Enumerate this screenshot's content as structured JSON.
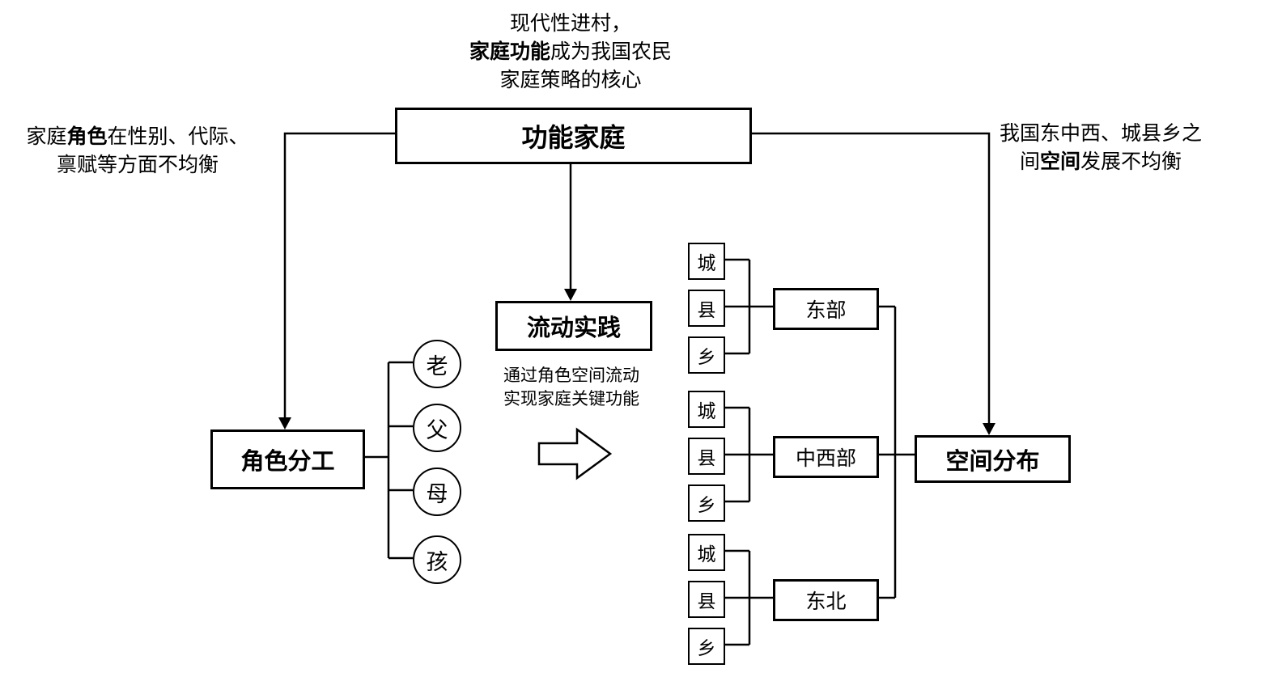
{
  "diagram": {
    "top_note": {
      "line1": "现代性进村，",
      "line2_bold": "家庭功能",
      "line2_suffix": "成为我国农民",
      "line3": "家庭策略的核心"
    },
    "left_note": {
      "line1_prefix": "家庭",
      "line1_bold": "角色",
      "line1_suffix": "在性别、代际、",
      "line2": "禀赋等方面不均衡"
    },
    "right_note": {
      "line1": "我国东中西、城县乡之",
      "line2_prefix": "间",
      "line2_bold": "空间",
      "line2_suffix": "发展不均衡"
    },
    "nodes": {
      "root": "功能家庭",
      "mobility": "流动实践",
      "mobility_caption_line1": "通过角色空间流动",
      "mobility_caption_line2": "实现家庭关键功能",
      "role_division": "角色分工",
      "spatial_distribution": "空间分布"
    },
    "roles": [
      "老",
      "父",
      "母",
      "孩"
    ],
    "region_groups": [
      {
        "label": "东部",
        "items": [
          "城",
          "县",
          "乡"
        ]
      },
      {
        "label": "中西部",
        "items": [
          "城",
          "县",
          "乡"
        ]
      },
      {
        "label": "东北",
        "items": [
          "城",
          "县",
          "乡"
        ]
      }
    ],
    "colors": {
      "line": "#000000",
      "background": "#ffffff"
    }
  }
}
